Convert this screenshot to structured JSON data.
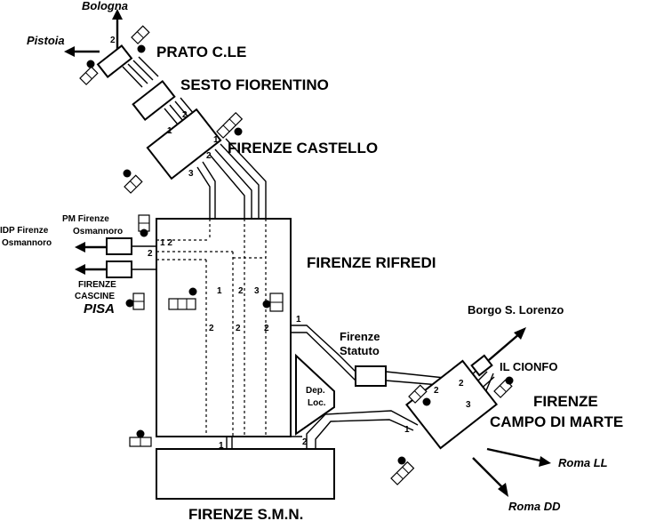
{
  "stations": {
    "prato": "PRATO C.LE",
    "sesto": "SESTO FIORENTINO",
    "castello": "FIRENZE CASTELLO",
    "rifredi": "FIRENZE RIFREDI",
    "smn": "FIRENZE S.M.N.",
    "campo_marte_1": "FIRENZE",
    "campo_marte_2": "CAMPO DI MARTE",
    "statuto_1": "Firenze",
    "statuto_2": "Statuto",
    "cionfo": "IL CIONFO",
    "dep_1": "Dep.",
    "dep_2": "Loc.",
    "pm_osmannoro_1": "PM Firenze",
    "pm_osmannoro_2": "Osmannoro",
    "idp_osmannoro_1": "IDP Firenze",
    "idp_osmannoro_2": "Osmannoro",
    "cascine_1": "FIRENZE",
    "cascine_2": "CASCINE"
  },
  "destinations": {
    "bologna": "Bologna",
    "pistoia": "Pistoia",
    "pisa": "PISA",
    "borgo": "Borgo S. Lorenzo",
    "roma_ll": "Roma LL",
    "roma_dd": "Roma DD"
  },
  "track_numbers": {
    "one": "1",
    "two": "2",
    "three": "3",
    "one_two": "1 2"
  }
}
